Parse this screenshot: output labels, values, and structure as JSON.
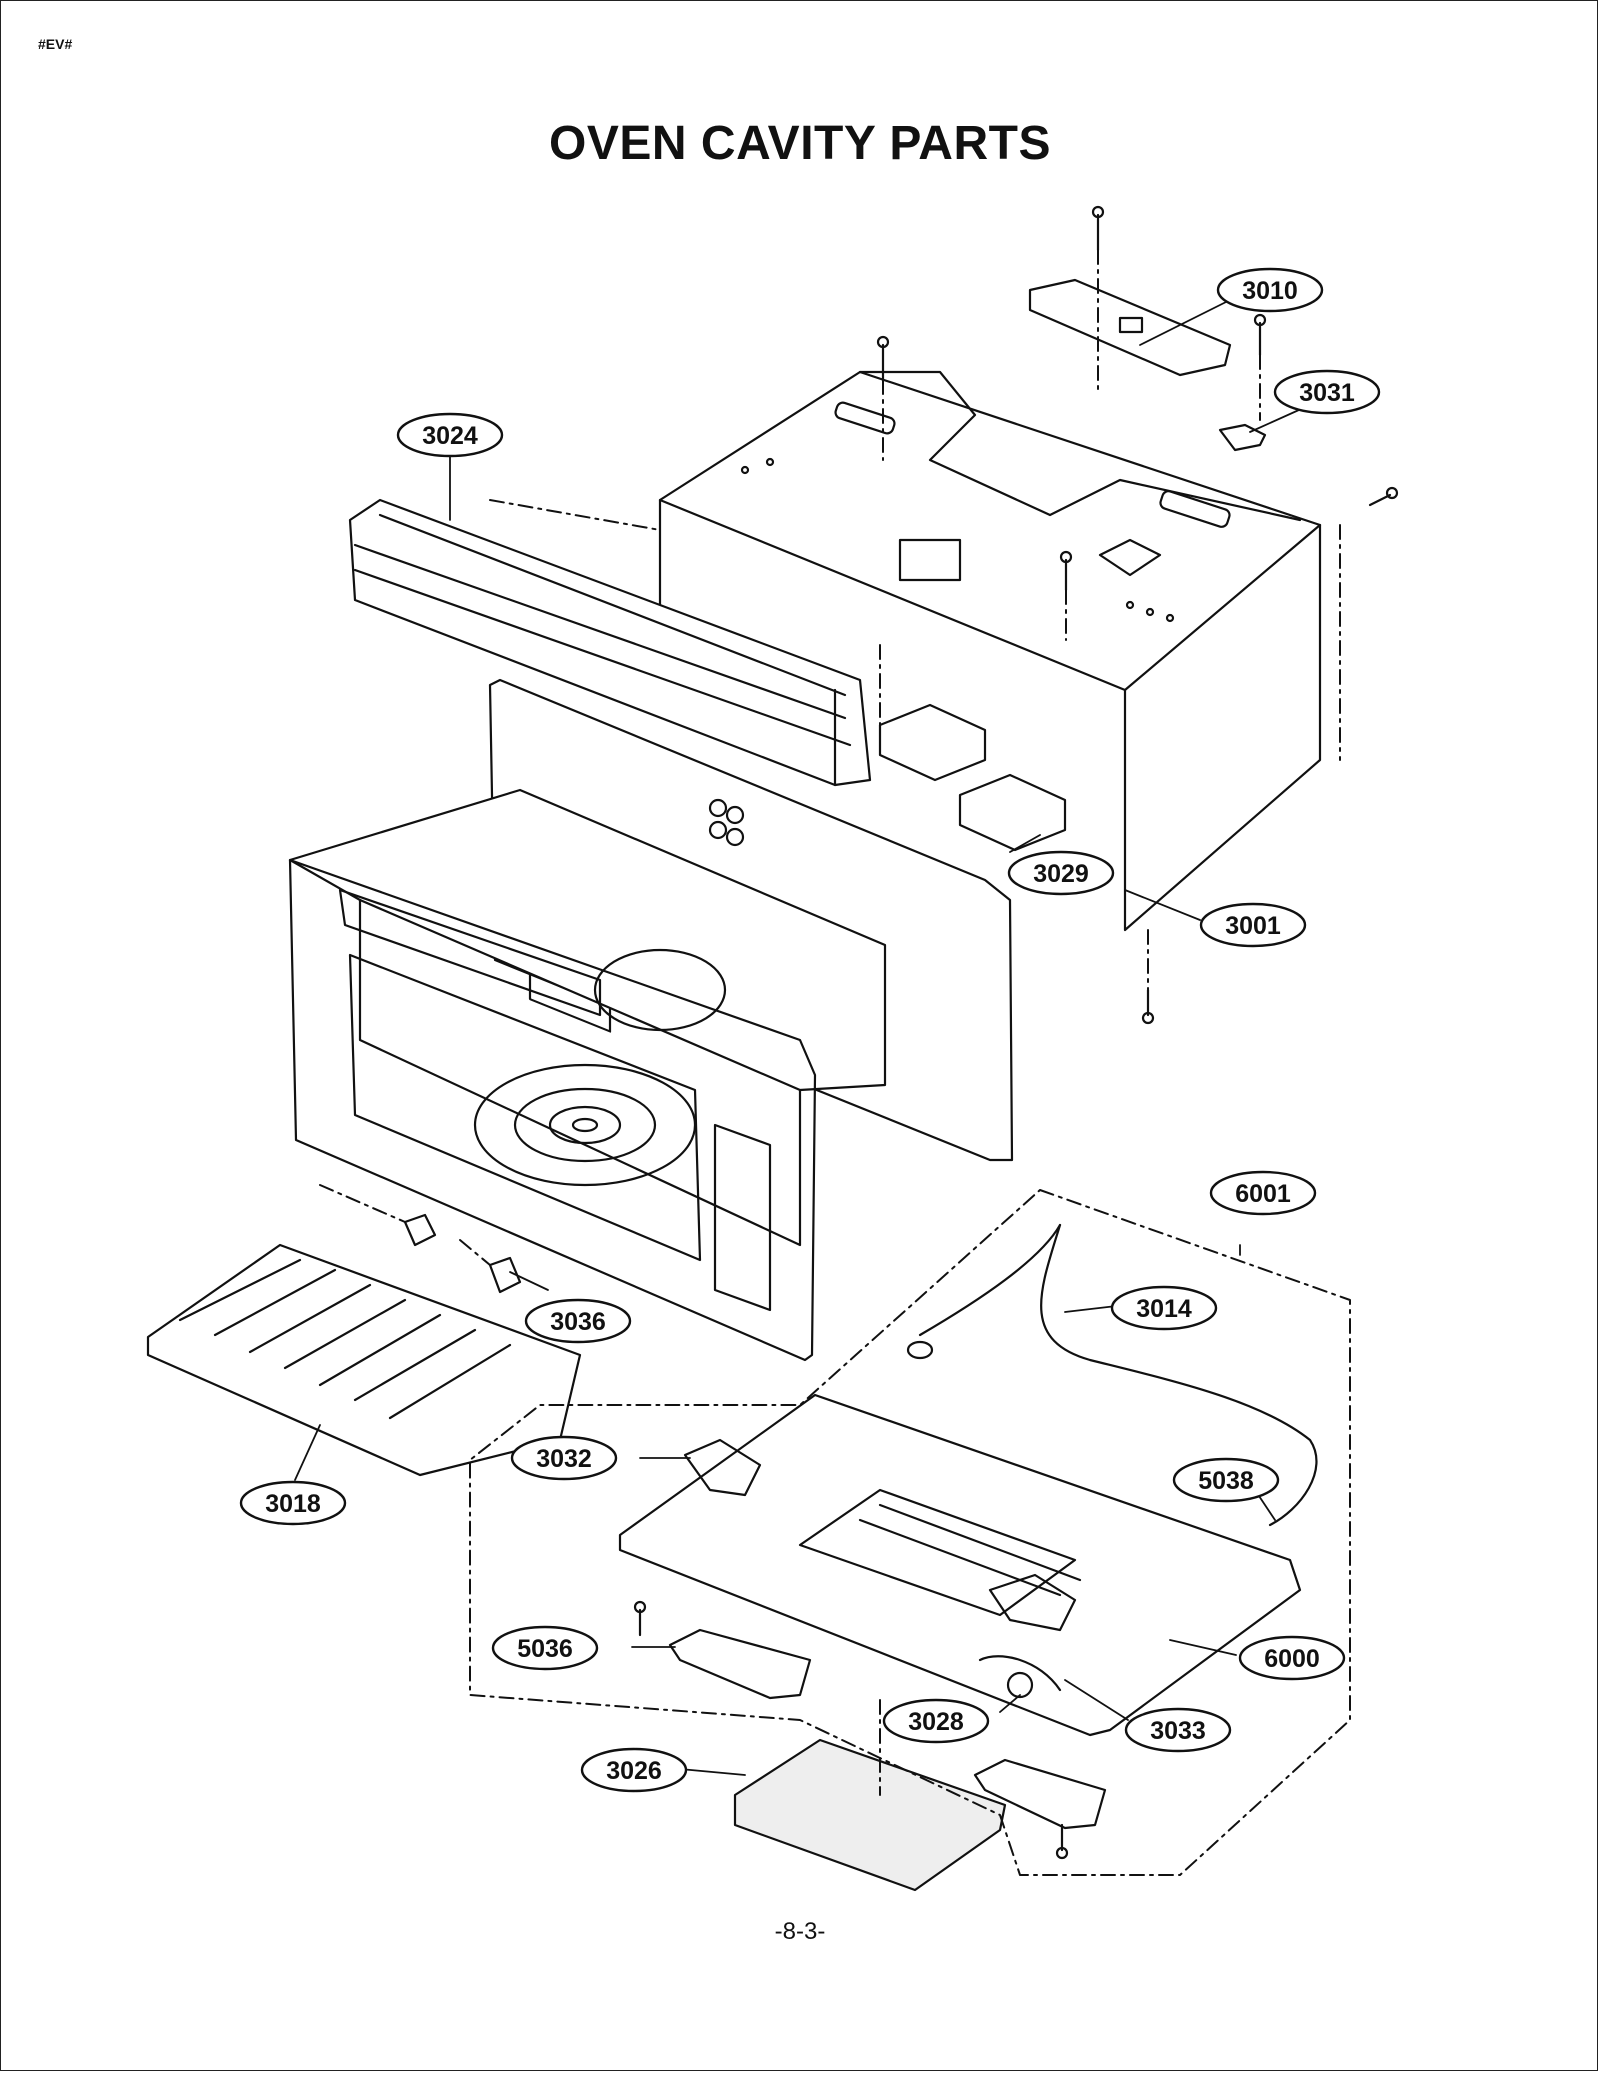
{
  "header": {
    "code": "#EV#",
    "title": "OVEN CAVITY PARTS"
  },
  "footer": {
    "page_number": "-8-3-"
  },
  "callouts": [
    "3010",
    "3031",
    "3024",
    "3029",
    "3001",
    "6001",
    "3014",
    "3036",
    "3018",
    "3032",
    "5038",
    "5036",
    "6000",
    "3028",
    "3033",
    "3026"
  ]
}
